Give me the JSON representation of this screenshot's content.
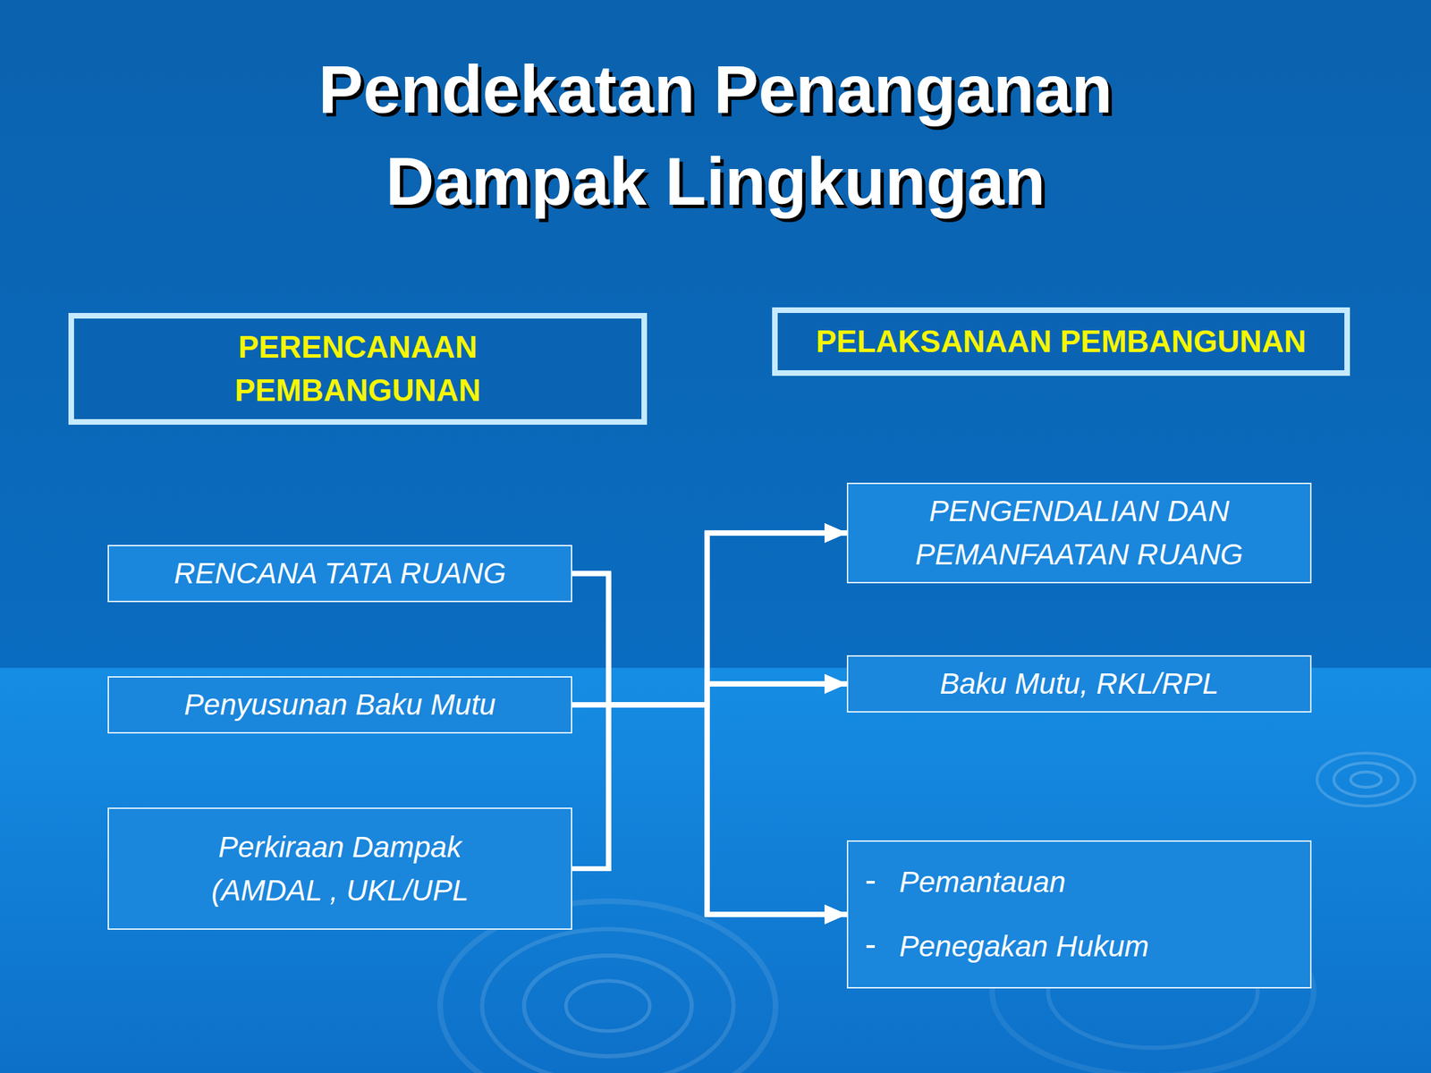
{
  "diagram": {
    "title": "Pendekatan Penanganan Dampak Lingkungan",
    "nodes": [
      {
        "text": [
          "PERENCANAAN PEMBANGUNAN"
        ]
      },
      {
        "text": [
          "PELAKSANAAN PEMBANGUNAN"
        ]
      },
      {
        "text": [
          "RENCANA TATA RUANG"
        ]
      },
      {
        "text": [
          "Penyusunan Baku Mutu"
        ]
      },
      {
        "text": [
          "Perkiraan Dampak (AMDAL , UKL/UPL"
        ]
      },
      {
        "text": [
          "PENGENDALIAN DAN PEMANFAATAN RUANG"
        ]
      },
      {
        "text": [
          "Baku Mutu, RKL/RPL"
        ]
      },
      {
        "text": [
          "Pemantauan",
          "Penegakan Hukum"
        ]
      }
    ],
    "edges": [
      {
        "from": 2,
        "to": 5,
        "arrow": "to"
      },
      {
        "from": 2,
        "to": 6,
        "arrow": "to"
      },
      {
        "from": 2,
        "to": 7,
        "arrow": "to"
      },
      {
        "from": 3,
        "to": 5,
        "arrow": "to"
      },
      {
        "from": 3,
        "to": 6,
        "arrow": "to"
      },
      {
        "from": 3,
        "to": 7,
        "arrow": "to"
      },
      {
        "from": 4,
        "to": 5,
        "arrow": "to"
      },
      {
        "from": 4,
        "to": 6,
        "arrow": "to"
      },
      {
        "from": 4,
        "to": 7,
        "arrow": "to"
      }
    ]
  }
}
